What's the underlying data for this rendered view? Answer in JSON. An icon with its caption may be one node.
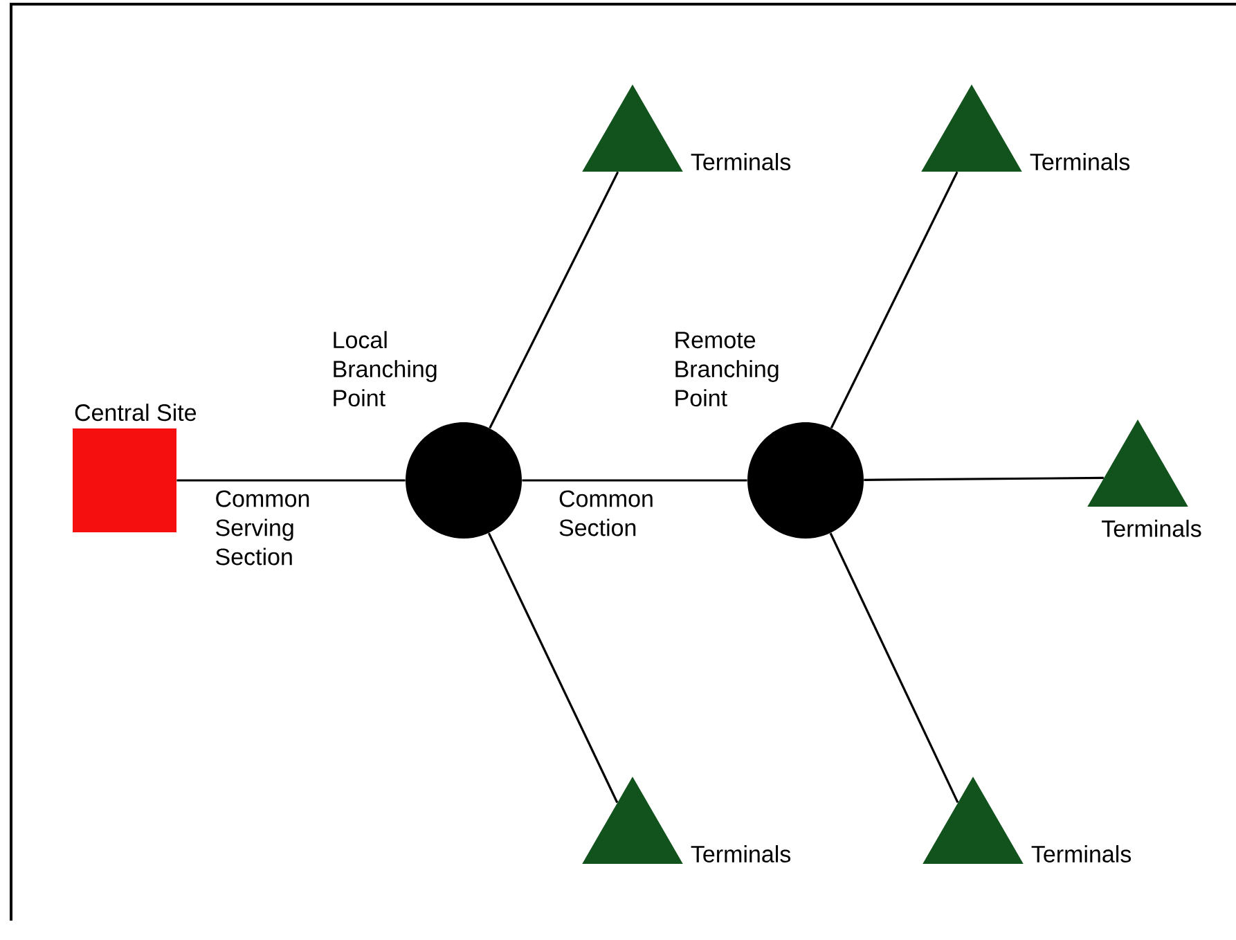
{
  "diagram": {
    "nodes": [
      {
        "text": [
          "Central Site"
        ]
      },
      {
        "text": [
          "Local Branching Point"
        ]
      },
      {
        "text": [
          "Remote Branching Point"
        ]
      },
      {
        "text": [],
        "shape": "triangle",
        "beside": [
          "Terminals"
        ]
      },
      {
        "text": [],
        "shape": "triangle",
        "beside": [
          "Terminals"
        ]
      },
      {
        "text": [],
        "shape": "triangle",
        "beside": [
          "Terminals"
        ]
      },
      {
        "text": [],
        "shape": "triangle",
        "beside": [
          "Terminals"
        ]
      },
      {
        "text": [],
        "shape": "triangle",
        "beside": [
          "Terminals"
        ]
      }
    ],
    "edges": [
      {
        "from": 0,
        "to": 1,
        "arrow": "none",
        "label": "Common Serving Section"
      },
      {
        "from": 1,
        "to": 2,
        "arrow": "none",
        "label": "Common Section"
      },
      {
        "from": 1,
        "to": 3,
        "arrow": "none"
      },
      {
        "from": 1,
        "to": 6,
        "arrow": "none"
      },
      {
        "from": 2,
        "to": 4,
        "arrow": "none"
      },
      {
        "from": 2,
        "to": 5,
        "arrow": "none"
      },
      {
        "from": 2,
        "to": 7,
        "arrow": "none"
      }
    ]
  }
}
